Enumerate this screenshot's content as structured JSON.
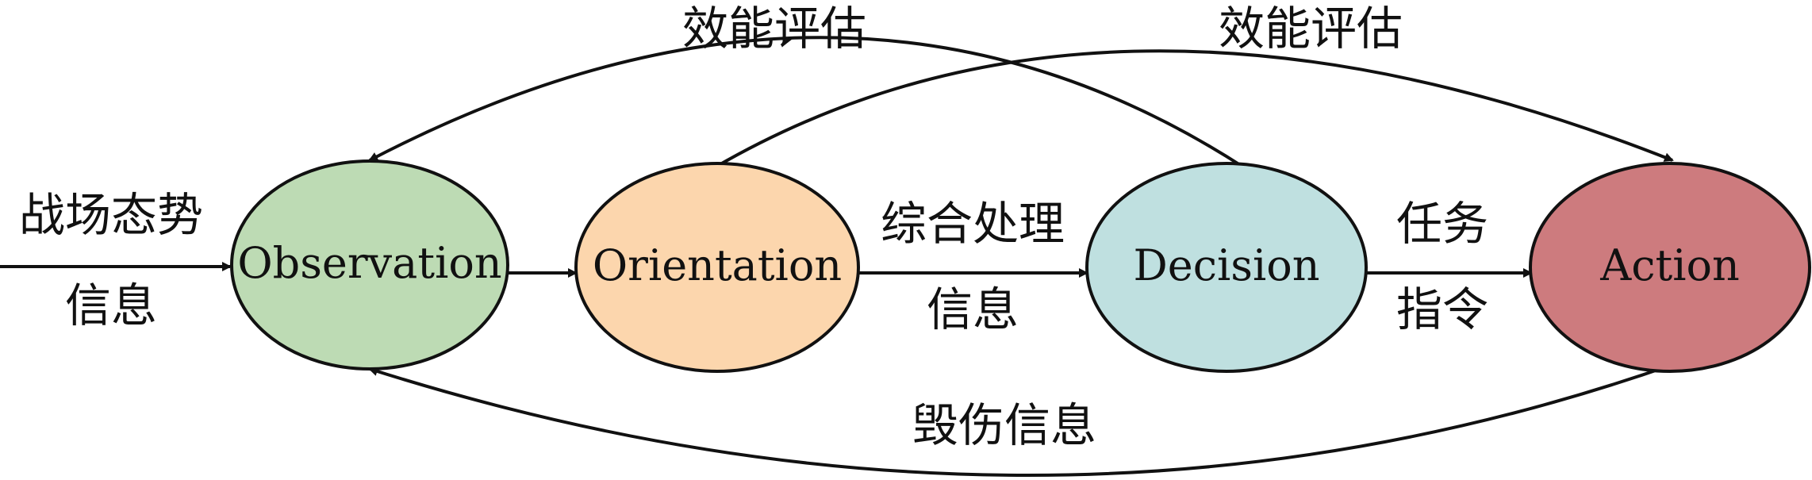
{
  "nodes": {
    "observation": {
      "label": "Observation",
      "color": "#bddbb4"
    },
    "orientation": {
      "label": "Orientation",
      "color": "#fcd6ad"
    },
    "decision": {
      "label": "Decision",
      "color": "#bfe0e0"
    },
    "action": {
      "label": "Action",
      "color": "#cd7b7e"
    }
  },
  "edges": {
    "input": {
      "line1": "战场态势",
      "line2": "信息"
    },
    "orientation_to_decision": {
      "line1": "综合处理",
      "line2": "信息"
    },
    "decision_to_action": {
      "line1": "任务",
      "line2": "指令"
    },
    "decision_to_observation": {
      "label": "效能评估"
    },
    "orientation_to_action": {
      "label": "效能评估"
    },
    "action_to_observation": {
      "label": "毁伤信息"
    }
  }
}
